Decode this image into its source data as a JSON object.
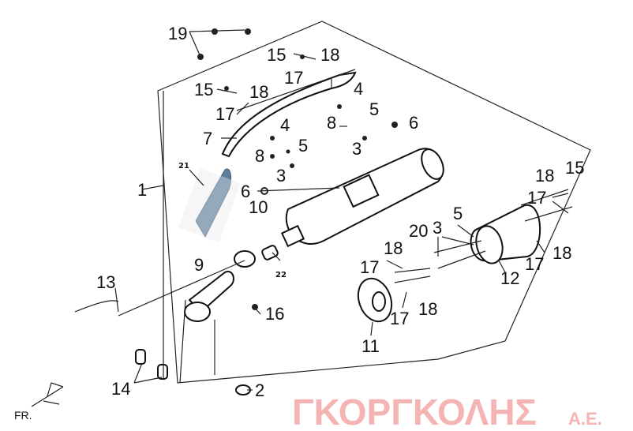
{
  "diagram": {
    "title": "Exhaust system parts diagram",
    "watermark": "ΓΚΟΡΓΚΟΛΗΣ",
    "watermark_suffix": "A.E.",
    "direction_label": "FR.",
    "callouts": [
      "19",
      "15",
      "18",
      "17",
      "15",
      "18",
      "17",
      "4",
      "5",
      "8",
      "6",
      "3",
      "7",
      "4",
      "8",
      "5",
      "3",
      "1",
      "21",
      "6",
      "10",
      "9",
      "22",
      "13",
      "16",
      "14",
      "2",
      "11",
      "12",
      "17",
      "18",
      "15",
      "17",
      "18",
      "3",
      "5",
      "18",
      "20",
      "17",
      "17",
      "18"
    ]
  }
}
